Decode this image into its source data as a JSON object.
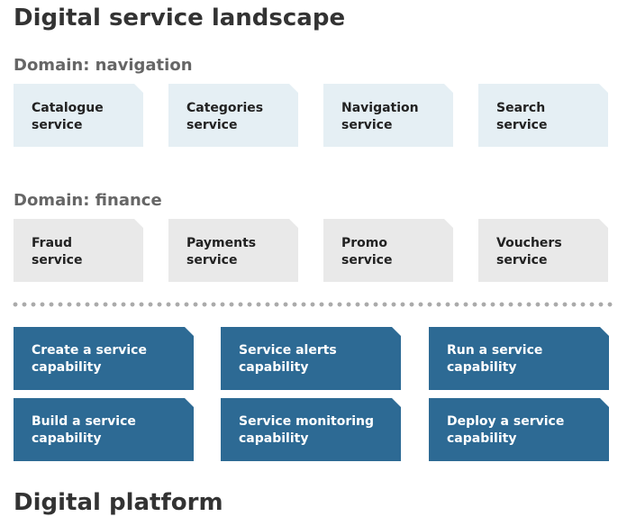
{
  "landscape": {
    "title": "Digital service landscape"
  },
  "navigation": {
    "title": "Domain: navigation",
    "services": [
      {
        "line1": "Catalogue",
        "line2": "service"
      },
      {
        "line1": "Categories",
        "line2": "service"
      },
      {
        "line1": "Navigation",
        "line2": "service"
      },
      {
        "line1": "Search",
        "line2": "service"
      }
    ]
  },
  "finance": {
    "title": "Domain: finance",
    "services": [
      {
        "line1": "Fraud",
        "line2": "service"
      },
      {
        "line1": "Payments",
        "line2": "service"
      },
      {
        "line1": "Promo",
        "line2": "service"
      },
      {
        "line1": "Vouchers",
        "line2": "service"
      }
    ]
  },
  "platform": {
    "title": "Digital platform",
    "capabilities": [
      {
        "line1": "Create a service",
        "line2": "capability"
      },
      {
        "line1": "Service alerts",
        "line2": "capability"
      },
      {
        "line1": "Run a service",
        "line2": "capability"
      },
      {
        "line1": "Build a service",
        "line2": "capability"
      },
      {
        "line1": "Service monitoring",
        "line2": "capability"
      },
      {
        "line1": "Deploy a service",
        "line2": "capability"
      }
    ]
  },
  "colors": {
    "navigation_card": "#e5eff4",
    "finance_card": "#e9e9e9",
    "capability_card": "#2d6a94",
    "title_text": "#333333",
    "domain_title_text": "#666666"
  }
}
